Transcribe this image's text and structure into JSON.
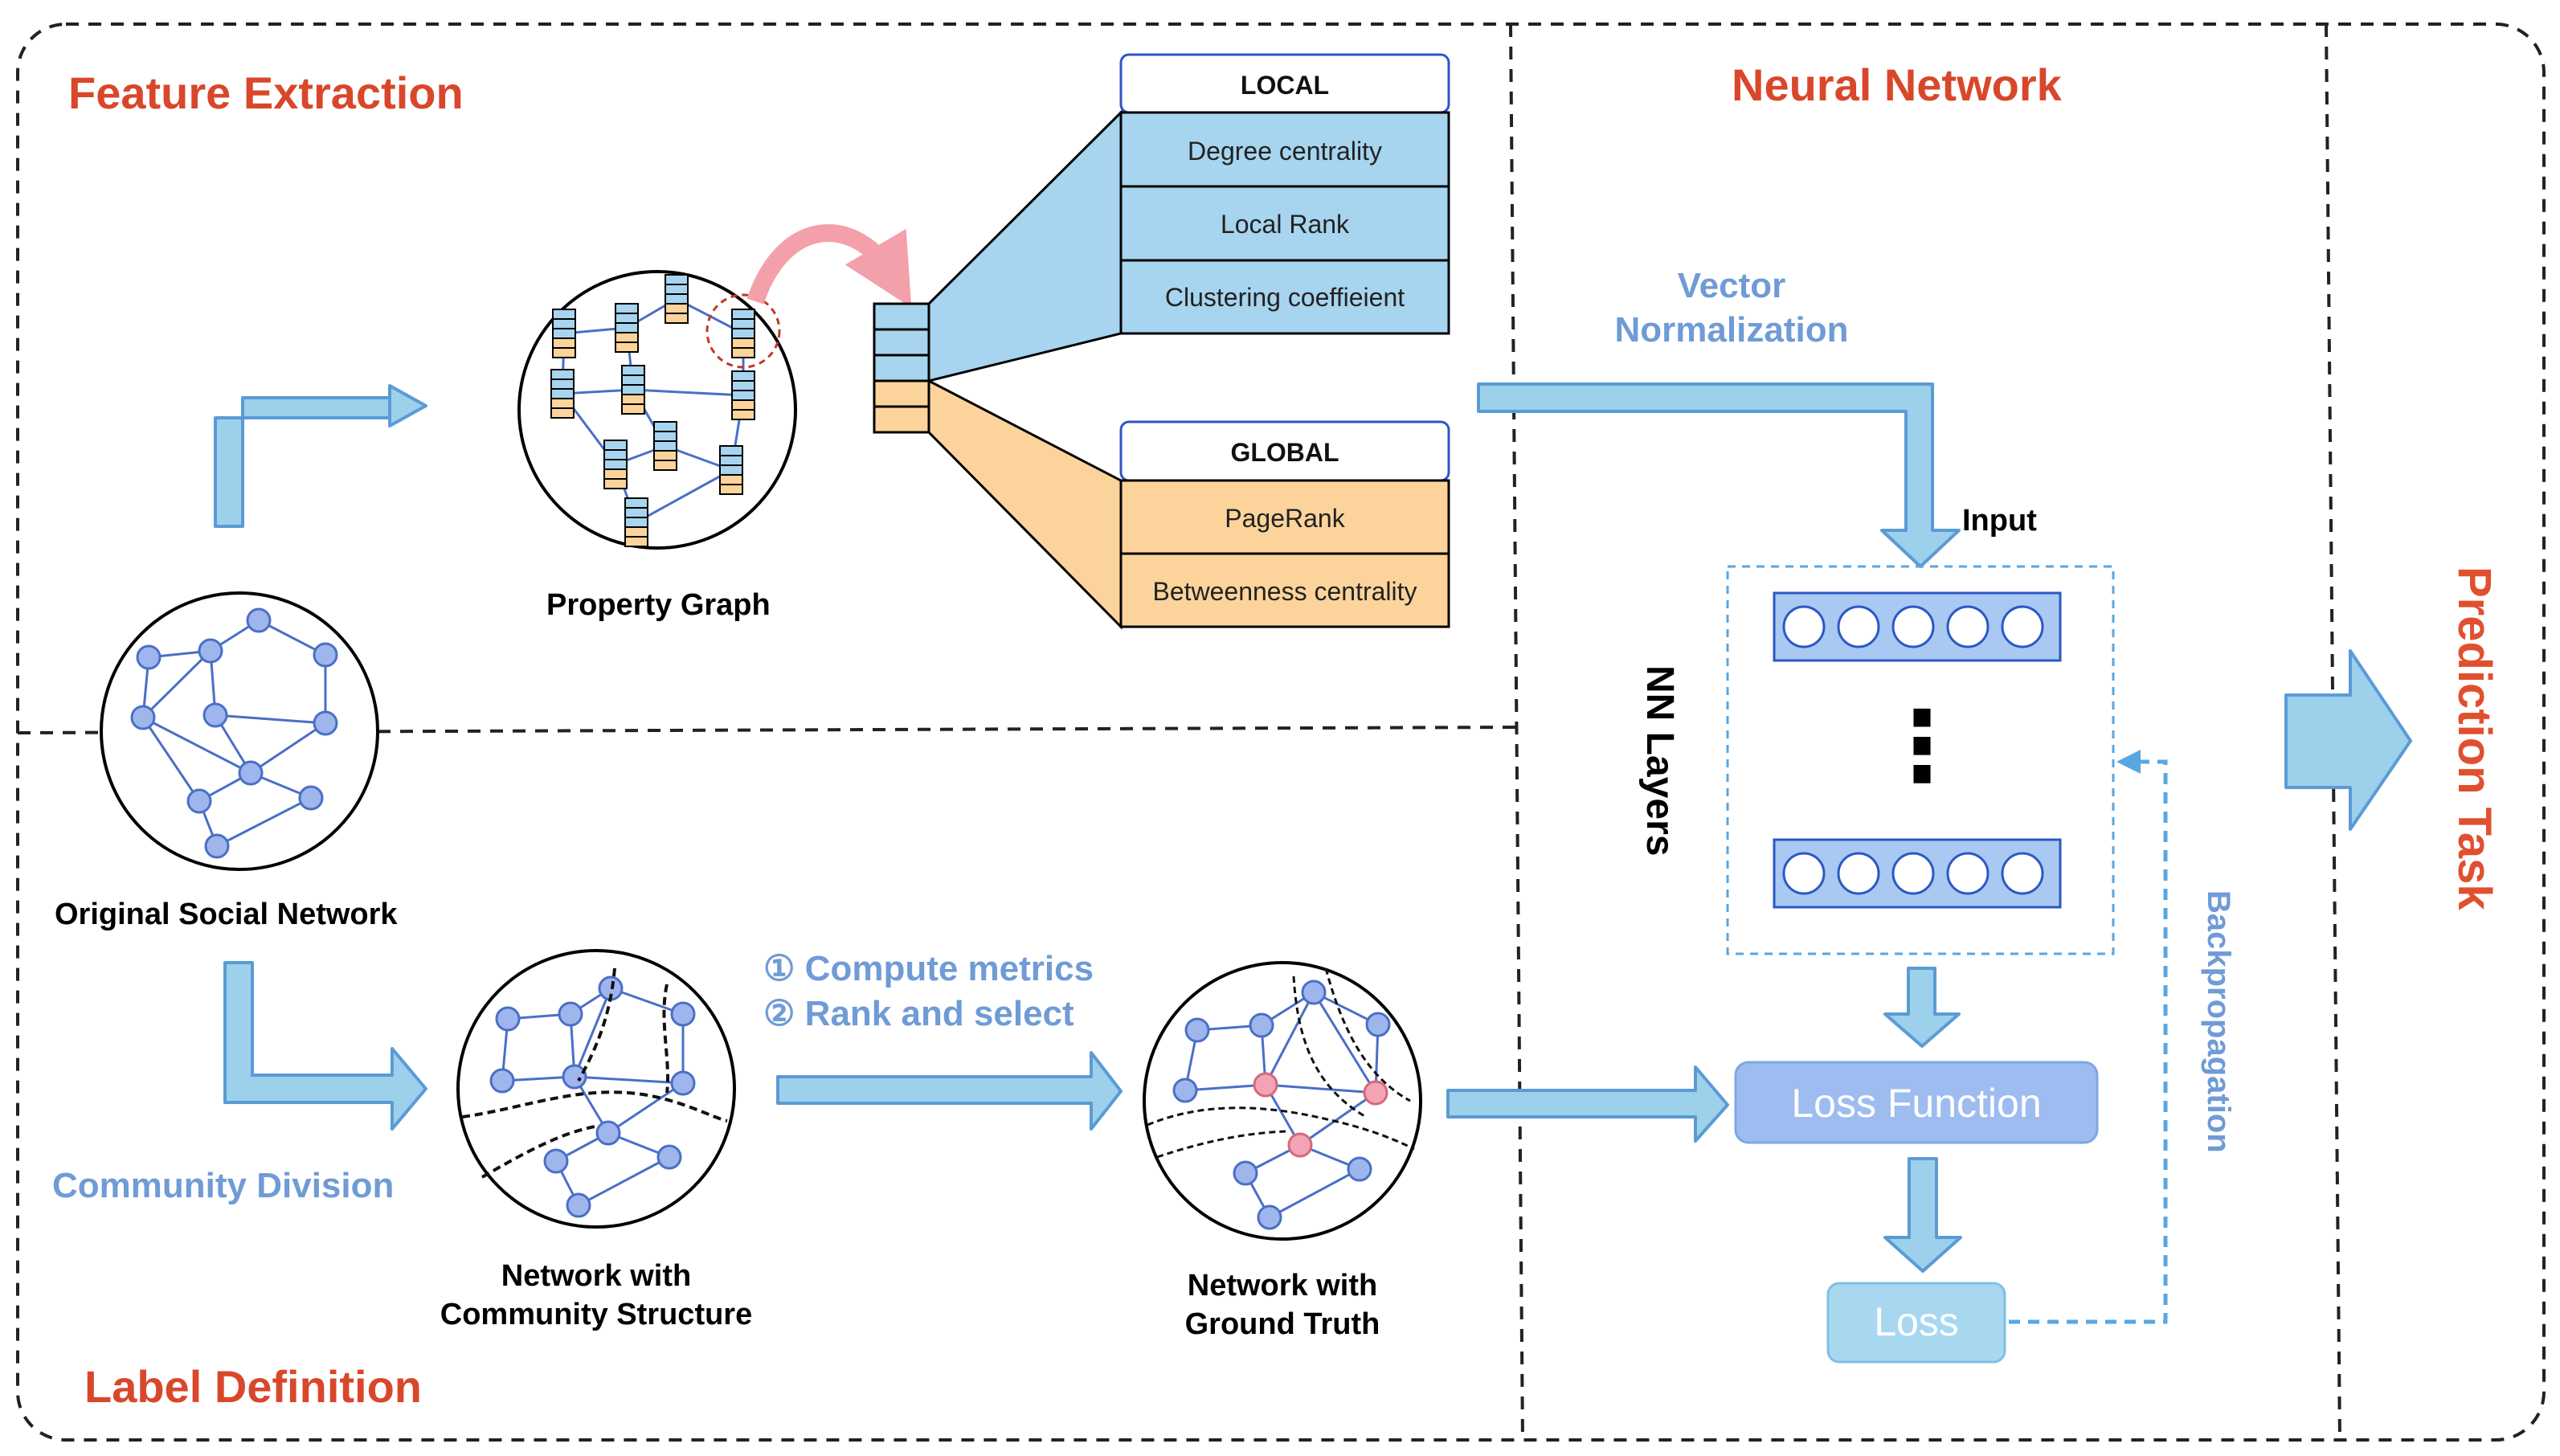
{
  "sections": {
    "feature_extraction": "Feature Extraction",
    "label_definition": "Label Definition",
    "neural_network": "Neural Network",
    "prediction_task": "Prediction Task"
  },
  "labels": {
    "original_social_network": "Original Social Network",
    "property_graph": "Property Graph",
    "community_division": "Community Division",
    "network_community_line1": "Network with",
    "network_community_line2": "Community Structure",
    "network_truth_line1": "Network with",
    "network_truth_line2": "Ground Truth",
    "step1": "① Compute metrics",
    "step2": "② Rank and select",
    "vector_line1": "Vector",
    "vector_line2": "Normalization",
    "input": "Input",
    "nn_layers": "NN Layers",
    "backpropagation": "Backpropagation",
    "loss_function": "Loss Function",
    "loss": "Loss",
    "ellipsis": "⋮"
  },
  "local_table": {
    "header": "LOCAL",
    "rows": [
      "Degree centrality",
      "Local Rank",
      "Clustering coeffieient"
    ]
  },
  "global_table": {
    "header": "GLOBAL",
    "rows": [
      "PageRank",
      "Betweenness centrality"
    ]
  },
  "colors": {
    "heading": "#d9472b",
    "accent_blue": "#6f9bd6",
    "arrow_fill": "#9dd0ea",
    "arrow_stroke": "#5b9bd5",
    "local_fill": "#a7d4ee",
    "global_fill": "#fcd49b",
    "node_fill": "#9fb6ec",
    "node_stroke": "#4a6fc7",
    "edge": "#4a6fc7",
    "highlight_node": "#f4a3b4",
    "curved_arrow": "#f4a0aa",
    "box_fill": "#9ebcf0"
  }
}
